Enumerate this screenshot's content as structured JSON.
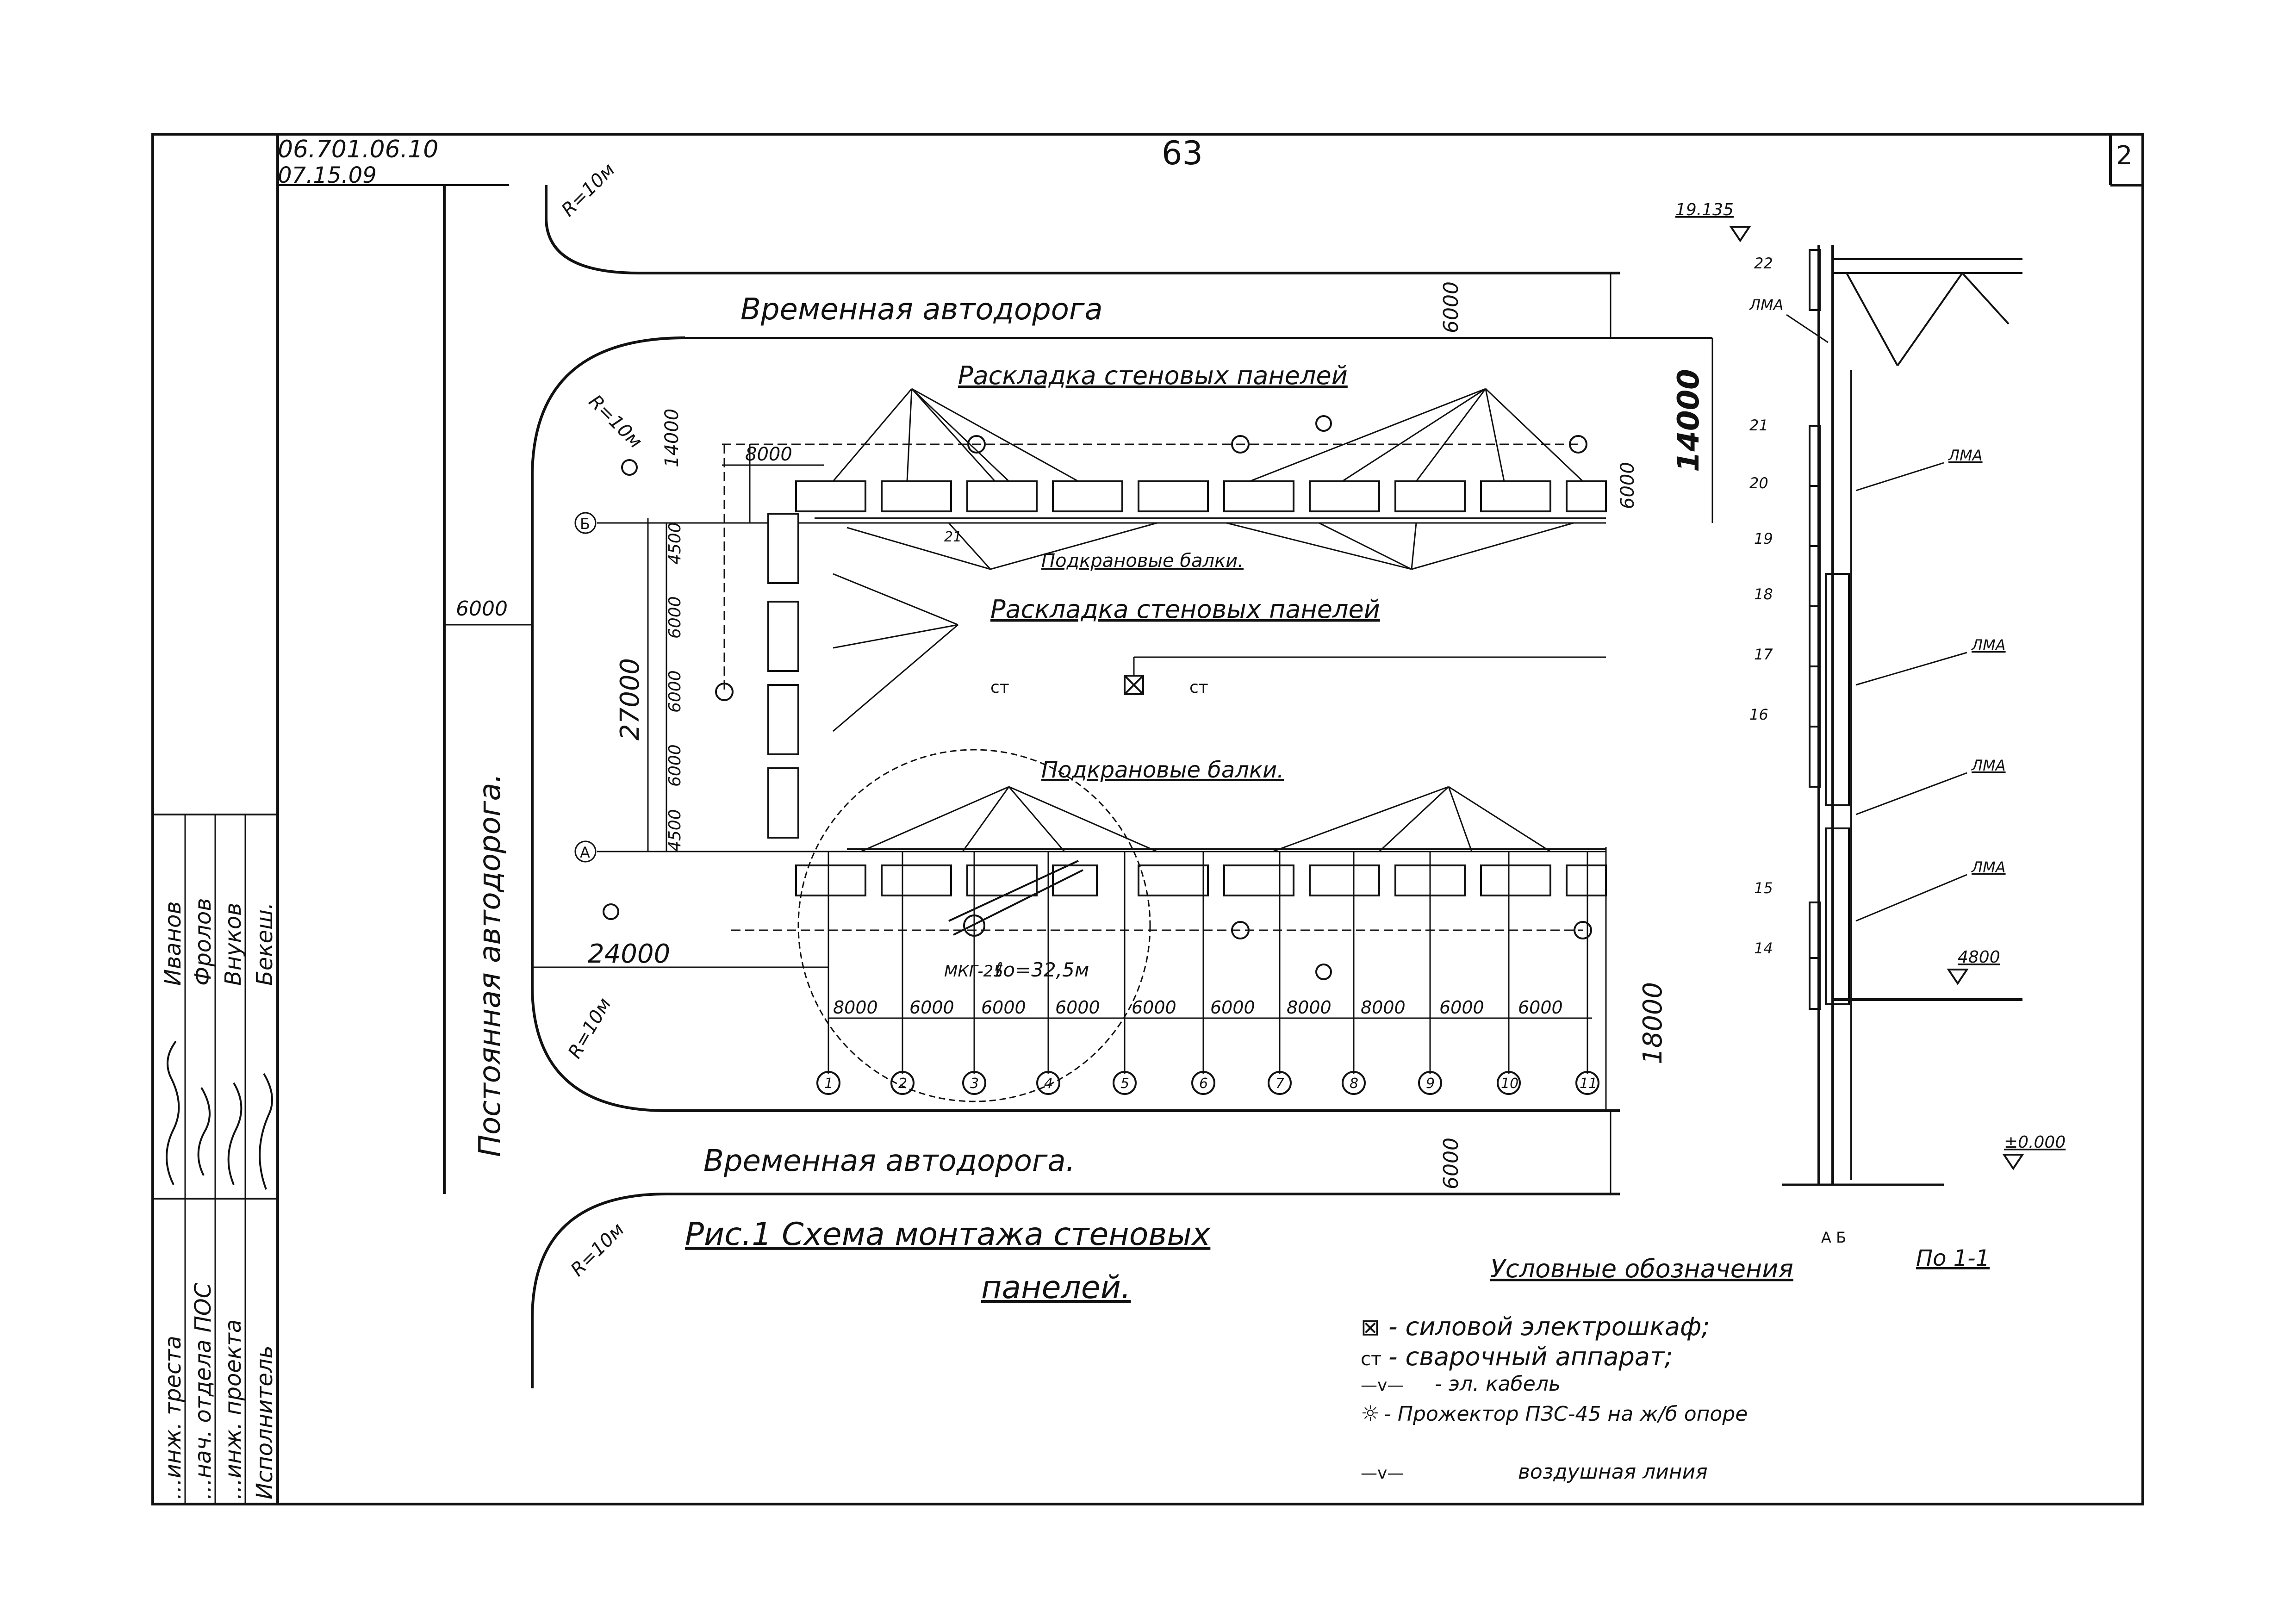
{
  "header": {
    "code_top": "06.701.06.10",
    "code_bottom": "07.15.09",
    "page_number": "63",
    "sheet_number": "2"
  },
  "title_block": {
    "roles": [
      "...инж. треста",
      "...нач. отдела ПОС",
      "...инж. проекта",
      "Исполнитель"
    ],
    "names": [
      "Иванов",
      "Фролов",
      "Внуков",
      "Бекеш."
    ]
  },
  "roads": {
    "temporary_top": "Временная автодорога",
    "temporary_bottom": "Временная автодорога.",
    "permanent": "Постоянная автодорога."
  },
  "radii": [
    "R=10м",
    "R=10м",
    "R=10м",
    "R=10м"
  ],
  "plan": {
    "dims_outer": [
      "6000",
      "6000",
      "6000",
      "24000",
      "18000",
      "14000",
      "27000",
      "8000"
    ],
    "dims_left_vertical": [
      "4500",
      "6000",
      "6000",
      "6000",
      "4500"
    ],
    "dims_side": [
      "14000",
      "6000"
    ],
    "dims_bottom_row": [
      "8000",
      "6000",
      "6000",
      "6000",
      "6000",
      "6000",
      "8000",
      "8000",
      "6000",
      "6000"
    ],
    "axis_numbers": [
      "1",
      "2",
      "3",
      "4",
      "5",
      "6",
      "7",
      "8",
      "9",
      "10",
      "11"
    ],
    "axis_letters": [
      "Б",
      "А"
    ],
    "labels": {
      "layout_top": "Раскладка стеновых панелей",
      "layout_mid": "Раскладка стеновых панелей",
      "crane_beams_top": "Подкрановые балки.",
      "crane_beams_bottom": "Подкрановые балки.",
      "crane": "МКГ-25",
      "reach": "ℓo=32,5м",
      "welder": "ст",
      "welder2": "ст",
      "note_21": "21"
    }
  },
  "section": {
    "elevation_top": "19.135",
    "elevation_mid": "4800",
    "elevation_zero": "±0.000",
    "panel_numbers": [
      "22",
      "21",
      "20",
      "19",
      "18",
      "17",
      "16",
      "15",
      "14"
    ],
    "lma_labels": [
      "ЛМА",
      "ЛМА",
      "ЛМА",
      "ЛМА",
      "ЛМА"
    ],
    "axes": "А Б",
    "caption": "По 1-1"
  },
  "caption": {
    "line1": "Рис.1 Схема монтажа стеновых",
    "line2": "панелей."
  },
  "legend": {
    "title": "Условные обозначения",
    "items": [
      {
        "symbol": "⊠",
        "text": "- силовой электрошкаф;"
      },
      {
        "symbol": "ст",
        "text": "- сварочный аппарат;"
      },
      {
        "symbol": "—v—",
        "text": "- эл. кабель"
      },
      {
        "symbol": "☼",
        "text": "- Прожектор ПЗС-45 на ж/б опоре"
      },
      {
        "symbol": "—v—",
        "text": "воздушная линия"
      }
    ]
  }
}
